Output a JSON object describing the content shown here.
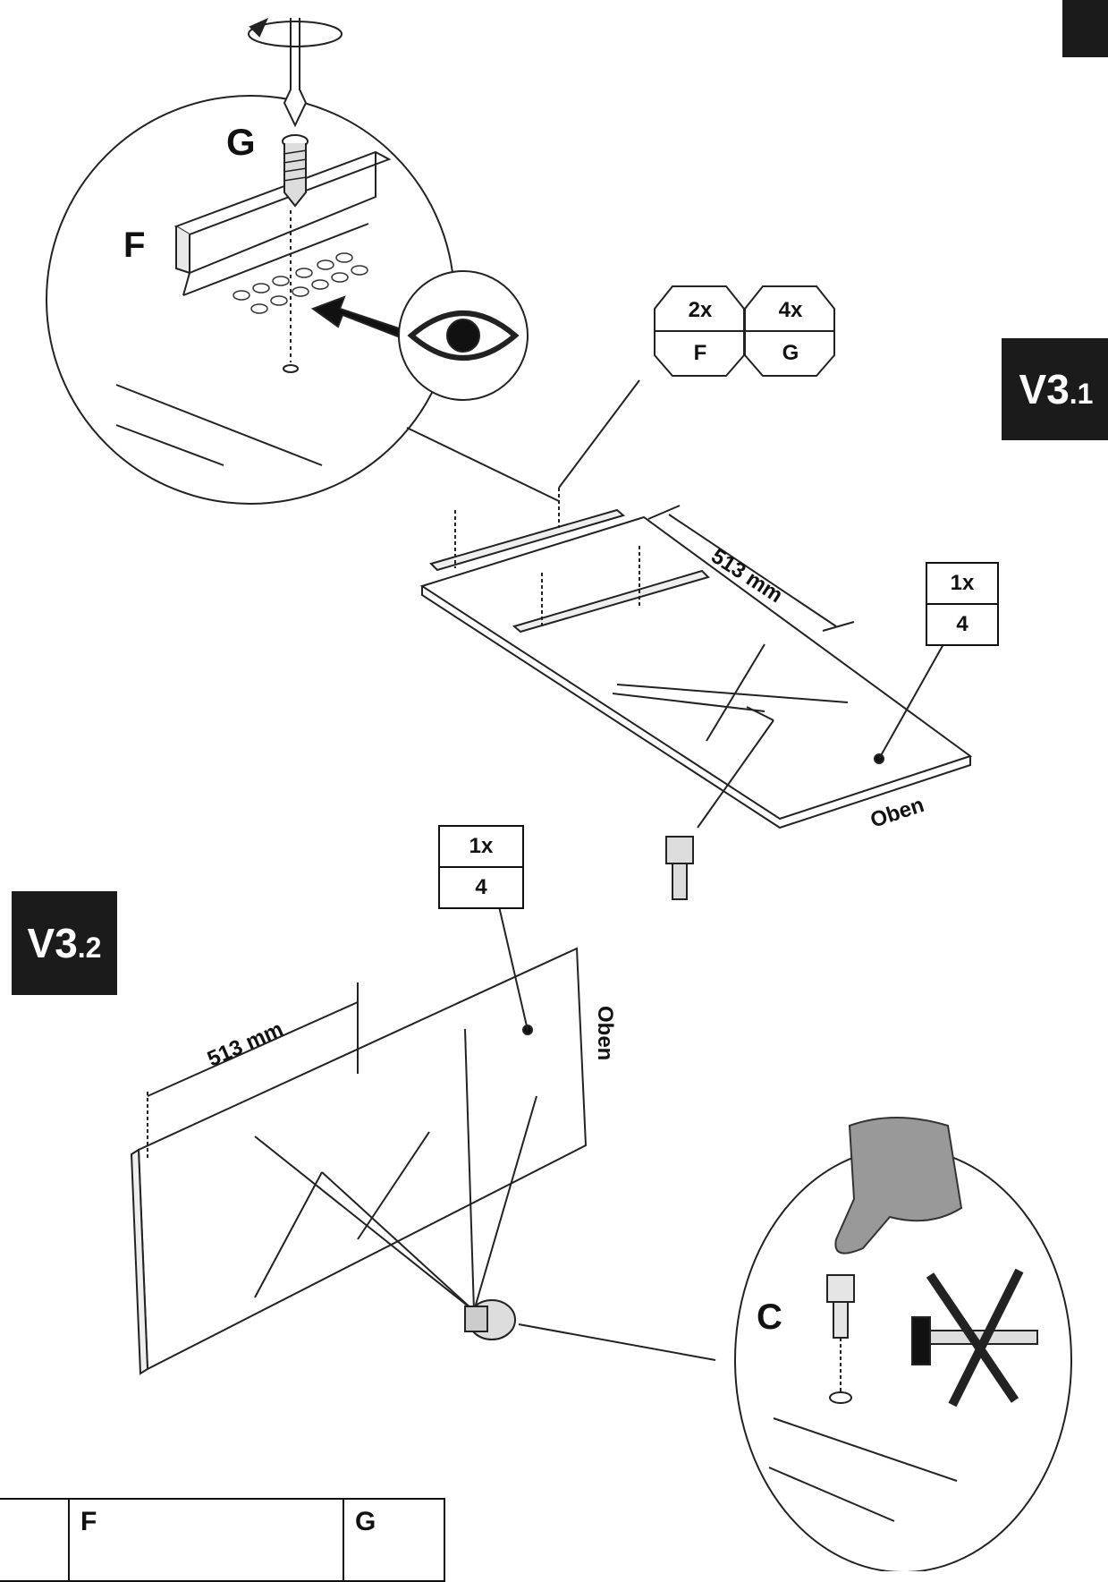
{
  "steps": {
    "v31": {
      "main": "V3",
      "sub": ".1"
    },
    "v32": {
      "main": "V3",
      "sub": ".2"
    }
  },
  "detail_top": {
    "screw_label": "G",
    "bracket_label": "F"
  },
  "octagon_badge": {
    "left": {
      "qty": "2x",
      "part": "F"
    },
    "right": {
      "qty": "4x",
      "part": "G"
    }
  },
  "panel_top": {
    "qty": "1x",
    "part": "4",
    "dimension": "513 mm",
    "orientation": "Oben"
  },
  "panel_bottom": {
    "qty": "1x",
    "part": "4",
    "dimension": "513 mm",
    "orientation": "Oben"
  },
  "detail_bottom": {
    "dowel_label": "C"
  },
  "legend": {
    "col1": "F",
    "col2": "G"
  }
}
